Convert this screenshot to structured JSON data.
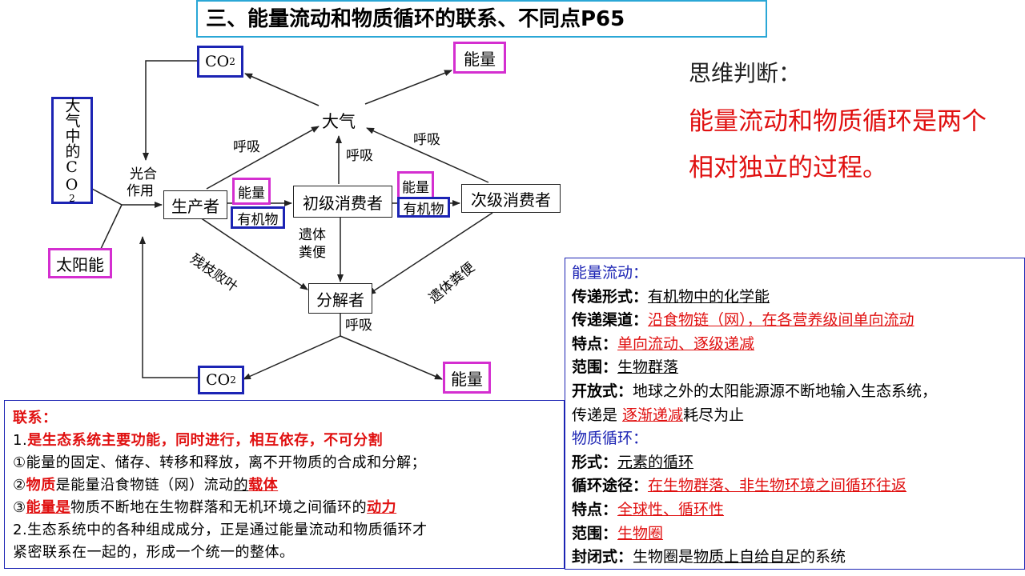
{
  "title": "三、能量流动和物质循环的联系、不同点P65",
  "diagram": {
    "co2_top": "CO",
    "co2_bottom": "CO",
    "co2_sub": "2",
    "energy_top": "能量",
    "energy_bottom": "能量",
    "atmosphere_co2_main": "大气中的CO",
    "atmosphere_co2_sub": "2",
    "solar_energy": "太阳能",
    "atmosphere": "大气",
    "producer": "生产者",
    "primary_consumer": "初级消费者",
    "secondary_consumer": "次级消费者",
    "decomposer": "分解者",
    "energy_1": "能量",
    "organic_1": "有机物",
    "energy_2": "能量",
    "organic_2": "有机物",
    "respiration_1": "呼吸",
    "respiration_2": "呼吸",
    "respiration_3": "呼吸",
    "respiration_4": "呼吸",
    "photosynthesis_line1": "光合",
    "photosynthesis_line2": "作用",
    "remains_line1": "遗体",
    "remains_line2": "粪便",
    "litter": "残枝败叶",
    "remains_feces": "遗体粪便"
  },
  "thinking": {
    "label": "思维判断：",
    "line1": "能量流动和物质循环是两个",
    "line2": "相对独立的过程。"
  },
  "right_panel": {
    "energy_flow_title": "能量流动：",
    "ef_mode_key": "传递形式：",
    "ef_mode_val": "有机物中的化学能",
    "ef_channel_key": "传递渠道：",
    "ef_channel_val": "沿食物链（网），在各营养级间单向流动",
    "ef_feature_key": "特点：",
    "ef_feature_val": "单向流动、逐级递减",
    "ef_scope_key": "范围：",
    "ef_scope_val": "生物群落",
    "ef_open_key": "开放式：",
    "ef_open_val": "地球之外的太阳能源源不断地输入生态系统，",
    "ef_open_line2_pre": "传递是 ",
    "ef_open_line2_red": "逐渐递减",
    "ef_open_line2_post": "耗尽为止",
    "matter_cycle_title": "物质循环：",
    "mc_form_key": "形式：",
    "mc_form_val": "元素的循环",
    "mc_path_key": "循环途径：",
    "mc_path_val": "在生物群落、非生物环境之间循环往返",
    "mc_feature_key": "特点：",
    "mc_feature_val": "全球性、循环性",
    "mc_scope_key": "范围：",
    "mc_scope_val": "生物圈",
    "mc_closed_key": "封闭式：",
    "mc_closed_pre": "生物圈是",
    "mc_closed_ul": "物质上自给自足",
    "mc_closed_post": "的系统"
  },
  "left_panel": {
    "title": "联系：",
    "p1_num": "1.",
    "p1_text": "是生态系统主要功能，同时进行，相互依存，不可分割",
    "p1a": "①能量的固定、储存、转移和释放，离不开物质的合成和分解；",
    "p2_num": "②",
    "p2_red1": "物质",
    "p2_mid1": "是能量",
    "p2_mid2": "沿食物链（网）流动",
    "p2_mid3": "的",
    "p2_red2": "载体",
    "p3_num": "③",
    "p3_red1": "能量是",
    "p3_mid": "物质不断地在生物群落和无机环境之间循环的",
    "p3_red2": "动力",
    "p4_line1": "2.生态系统中的各种组成成分，正是通过能量流动和物质循环才",
    "p4_line2": "紧密联系在一起的，形成一个统一的整体。"
  }
}
